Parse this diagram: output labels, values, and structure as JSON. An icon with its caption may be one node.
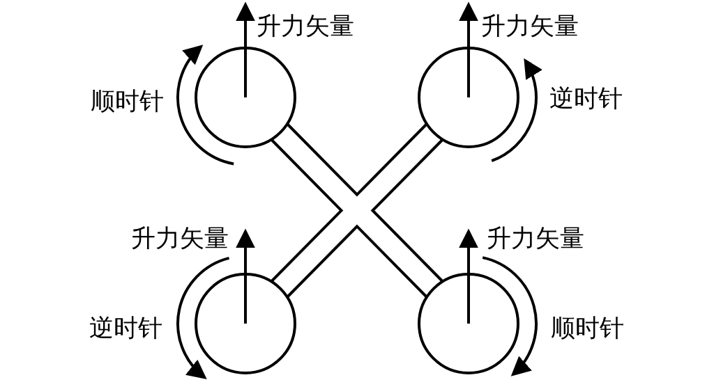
{
  "diagram": {
    "labels": [
      "升力矢量",
      "升力矢量",
      "顺时针",
      "逆时针",
      "升力矢量",
      "升力矢量",
      "逆时针",
      "顺时针"
    ]
  }
}
